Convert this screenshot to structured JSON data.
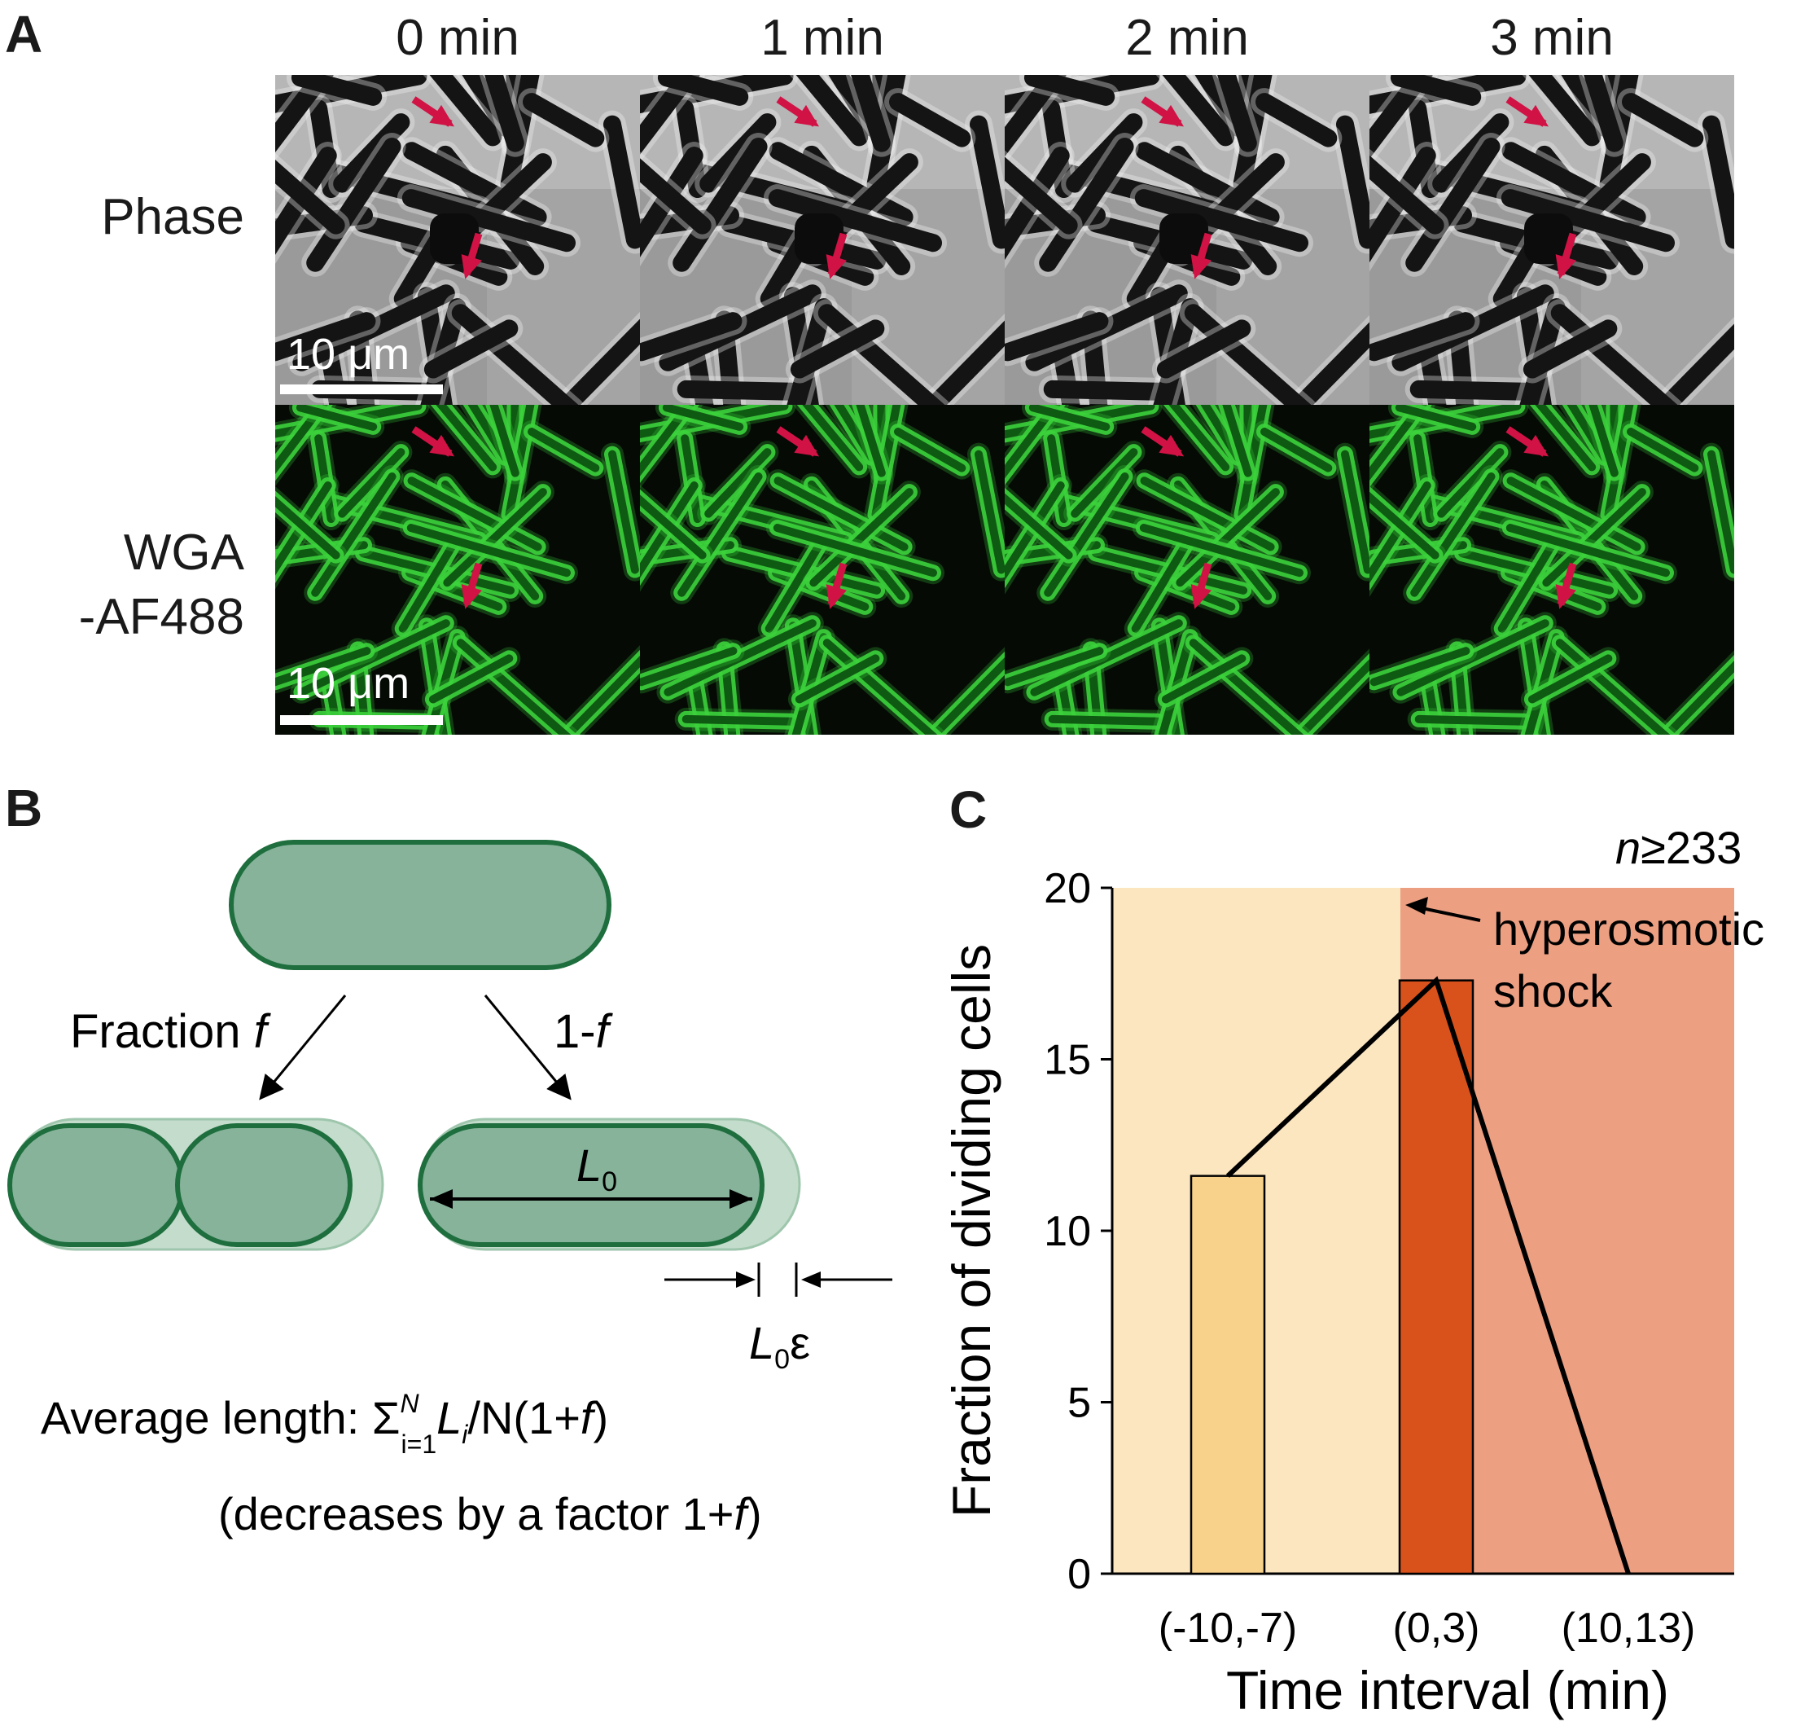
{
  "panels": {
    "a": {
      "letter": "A",
      "columns": [
        "0 min",
        "1 min",
        "2 min",
        "3 min"
      ],
      "rows": [
        {
          "label_lines": [
            "Phase"
          ],
          "type": "phase"
        },
        {
          "label_lines": [
            "WGA",
            "-AF488"
          ],
          "type": "fluorescence"
        }
      ],
      "scale_bar_label": "10 μm",
      "colors": {
        "arrow": "#d11245",
        "fluor": "#3cd23c",
        "phase_bg": "#9a9a9a"
      }
    },
    "b": {
      "letter": "B",
      "branch_left": "Fraction ",
      "branch_left_var": "f",
      "branch_right_prefix": "1-",
      "branch_right_var": "f",
      "length_label": "L",
      "length_sub": "0",
      "growth_label_var": "L",
      "growth_label_sub": "0",
      "growth_label_suffix": "ε",
      "average_prefix": "Average length: Σ",
      "average_sup": "N",
      "average_sub": "i=1",
      "average_var": "L",
      "average_var_sub": "i",
      "average_tail": "/N(1+",
      "average_tail_var": "f",
      "average_close": ")",
      "note_prefix": "(decreases by a factor 1+",
      "note_var": "f",
      "note_close": ")",
      "colors": {
        "cell_fill": "#86b39a",
        "cell_stroke": "#1e6e3e",
        "cell_ghost": "#c3dccb"
      }
    },
    "c": {
      "letter": "C",
      "annotation_n_var": "n",
      "annotation_n_rest": "≥233",
      "shock_line1": "hyperosmotic",
      "shock_line2": "shock",
      "colors": {
        "bg_before": "#fbe6c0",
        "bg_after": "#ed9f82",
        "bar_before": "#f8d28a",
        "bar_shock": "#d9521b",
        "line": "#000000"
      }
    }
  },
  "chart_data": {
    "type": "bar",
    "title": "",
    "xlabel": "Time interval (min)",
    "ylabel": "Fraction of dividing cells",
    "categories": [
      "(-10,-7)",
      "(0,3)",
      "(10,13)"
    ],
    "values": [
      11.6,
      17.3,
      0
    ],
    "line_values": [
      11.6,
      17.3,
      0
    ],
    "ylim": [
      0,
      20
    ],
    "yticks": [
      0,
      5,
      10,
      15,
      20
    ],
    "grid": false,
    "legend": "none"
  }
}
